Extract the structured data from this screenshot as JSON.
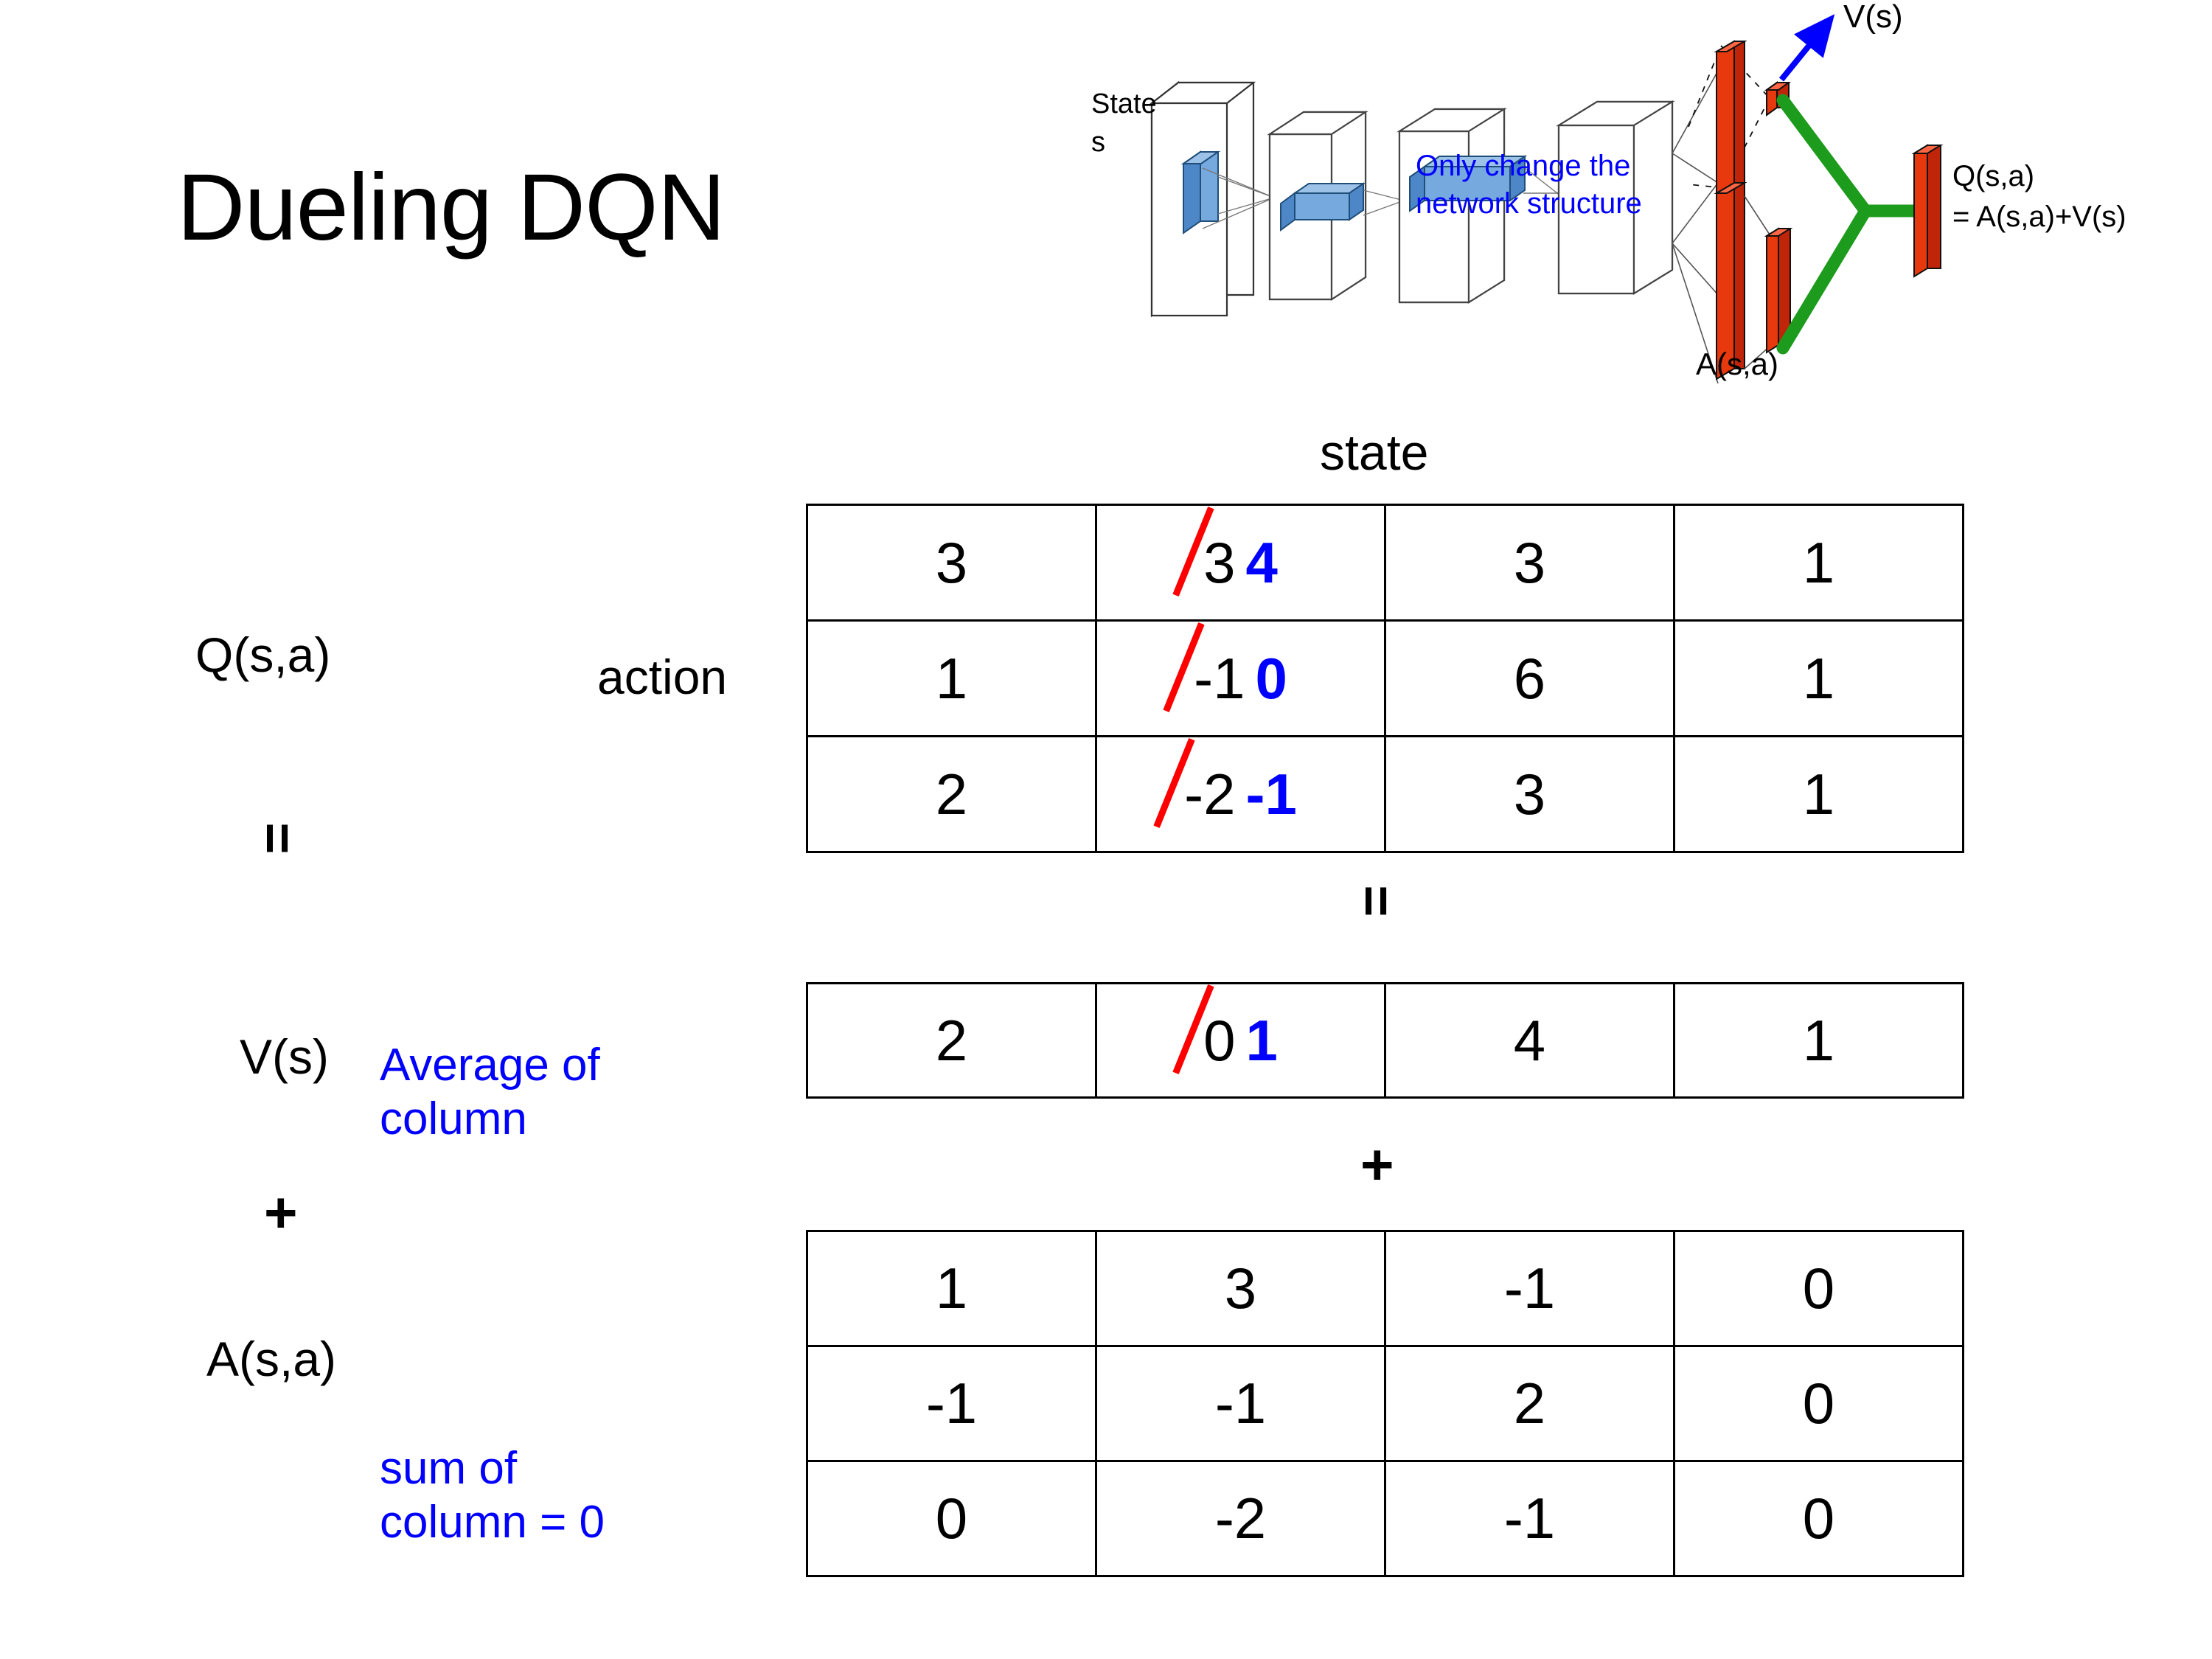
{
  "title": "Dueling DQN",
  "figure": {
    "input_label_line1": "State",
    "input_label_line2": "s",
    "note": "Only change the\nnetwork structure",
    "note_line1": "Only change the",
    "note_line2": "network structure",
    "value_stream_label": "V(s)",
    "advantage_stream_label": "A(s,a)",
    "output_label_line1": "Q(s,a)",
    "output_label_line2": "= A(s,a)+V(s)",
    "colors": {
      "note": "#0000FF",
      "arrow": "#0000FF",
      "bars": "#FF2200",
      "merge": "#1D9B1D",
      "conv": "#5B9BD5"
    }
  },
  "labels": {
    "state": "state",
    "action": "action",
    "q": "Q(s,a)",
    "v": "V(s)",
    "a": "A(s,a)",
    "equals_left": "=",
    "plus_left": "+",
    "equals_mid": "=",
    "plus_mid": "+",
    "average_note_line1": "Average of",
    "average_note_line2": "column",
    "sum_note_line1": "sum of",
    "sum_note_line2": "column = 0",
    "annotation_color": "#0000FF",
    "strike_color": "#FF0000",
    "new_value_color": "#0000FF"
  },
  "chart_data": {
    "type": "table",
    "title": "Dueling DQN  —  Q(s,a) = V(s) + A(s,a)",
    "xlabel": "state",
    "ylabel": "action",
    "tables": [
      {
        "name": "Q(s,a)",
        "rows": 3,
        "cols": 4,
        "values": [
          [
            "3",
            "3",
            "3",
            "1"
          ],
          [
            "1",
            "-1",
            "6",
            "1"
          ],
          [
            "2",
            "-2",
            "3",
            "1"
          ]
        ],
        "edits": [
          {
            "row": 0,
            "col": 1,
            "old": "3",
            "new": "4",
            "struck": true
          },
          {
            "row": 1,
            "col": 1,
            "old": "-1",
            "new": "0",
            "struck": true
          },
          {
            "row": 2,
            "col": 1,
            "old": "-2",
            "new": "-1",
            "struck": true
          }
        ]
      },
      {
        "name": "V(s)",
        "rows": 1,
        "cols": 4,
        "values": [
          [
            "2",
            "0",
            "4",
            "1"
          ]
        ],
        "edits": [
          {
            "row": 0,
            "col": 1,
            "old": "0",
            "new": "1",
            "struck": true
          }
        ]
      },
      {
        "name": "A(s,a)",
        "rows": 3,
        "cols": 4,
        "values": [
          [
            "1",
            "3",
            "-1",
            "0"
          ],
          [
            "-1",
            "-1",
            "2",
            "0"
          ],
          [
            "0",
            "-2",
            "-1",
            "0"
          ]
        ],
        "edits": []
      }
    ]
  }
}
